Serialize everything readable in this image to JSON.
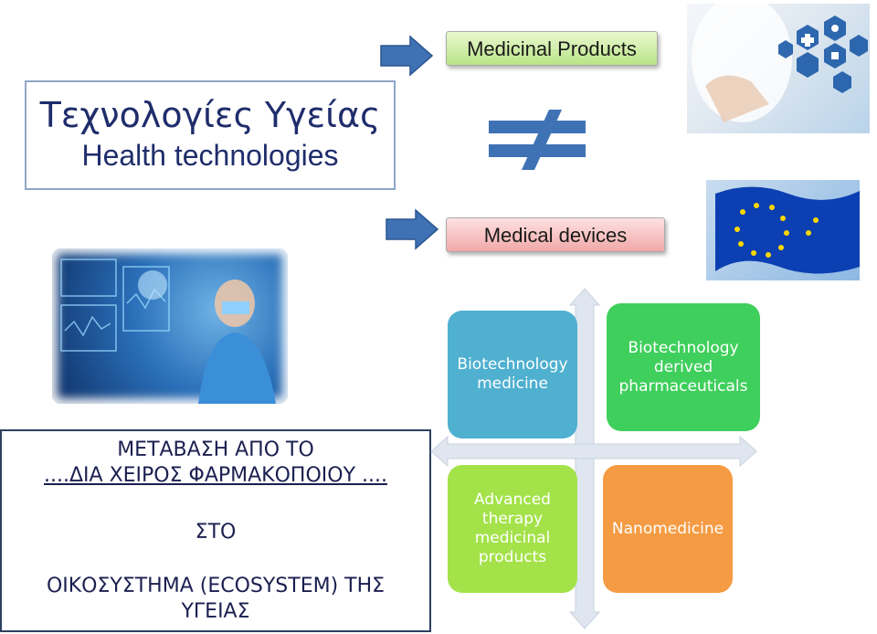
{
  "title": {
    "greek": "Τεχνολογίες Υγείας",
    "english": "Health technologies"
  },
  "categories": {
    "medicinal_products": "Medicinal Products",
    "medical_devices": "Medical devices"
  },
  "icons": {
    "arrow": "right-arrow-icon",
    "not_equal": "not-equal-icon"
  },
  "images": {
    "doctor": "doctor-digital-icons-image",
    "eu_flag": "eu-flag-image",
    "medtech": "medical-technology-image"
  },
  "greek_box": {
    "line1": "ΜΕΤΑΒΑΣΗ ΑΠΟ ΤΟ",
    "line2": "....ΔΙΑ ΧΕΙΡΟΣ ΦΑΡΜΑΚΟΠΟΙΟΥ ....",
    "line3": "ΣΤΟ",
    "line4": "ΟΙΚΟΣΥΣΤΗΜΑ (ECOSYSTEM)  ΤΗΣ ΥΓΕΙΑΣ"
  },
  "quadrants": {
    "top_left": "Biotechnology medicine",
    "top_right": "Biotechnology derived pharmaceuticals",
    "bottom_left": "Advanced therapy medicinal products",
    "bottom_right": "Nanomedicine"
  },
  "colors": {
    "title_text": "#1f2d6b",
    "tile_blue": "#4fb0d0",
    "tile_green": "#3fcf5c",
    "tile_lime": "#a4e24a",
    "tile_orange": "#f59b43",
    "arrow_fill": "#3f72b4"
  }
}
